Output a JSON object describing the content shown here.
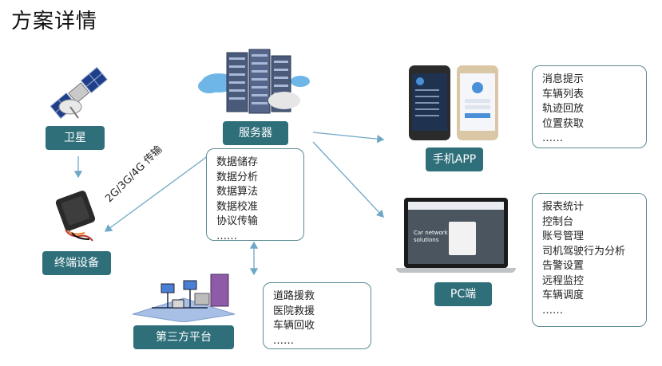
{
  "title": "方案详情",
  "nodes": {
    "satellite": "卫星",
    "server": "服务器",
    "terminal": "终端设备",
    "mobile_app": "手机APP",
    "pc": "PC端",
    "third_party": "第三方平台"
  },
  "link_label": "2G/3G/4G 传输",
  "server_functions": [
    "数据储存",
    "数据分析",
    "数据算法",
    "数据校准",
    "协议传输",
    "……"
  ],
  "mobile_functions": [
    "消息提示",
    "车辆列表",
    "轨迹回放",
    "位置获取",
    "……"
  ],
  "pc_functions": [
    "报表统计",
    "控制台",
    "账号管理",
    "司机驾驶行为分析",
    "告警设置",
    "远程监控",
    "车辆调度",
    "……"
  ],
  "third_party_functions": [
    "道路援救",
    "医院救援",
    "车辆回收",
    "……"
  ],
  "pc_screen_text": [
    "Car network",
    "solutions"
  ],
  "colors": {
    "label_bg": "#2f6f7a",
    "box_border": "#5b8c95",
    "arrow": "#6fa8c7"
  }
}
